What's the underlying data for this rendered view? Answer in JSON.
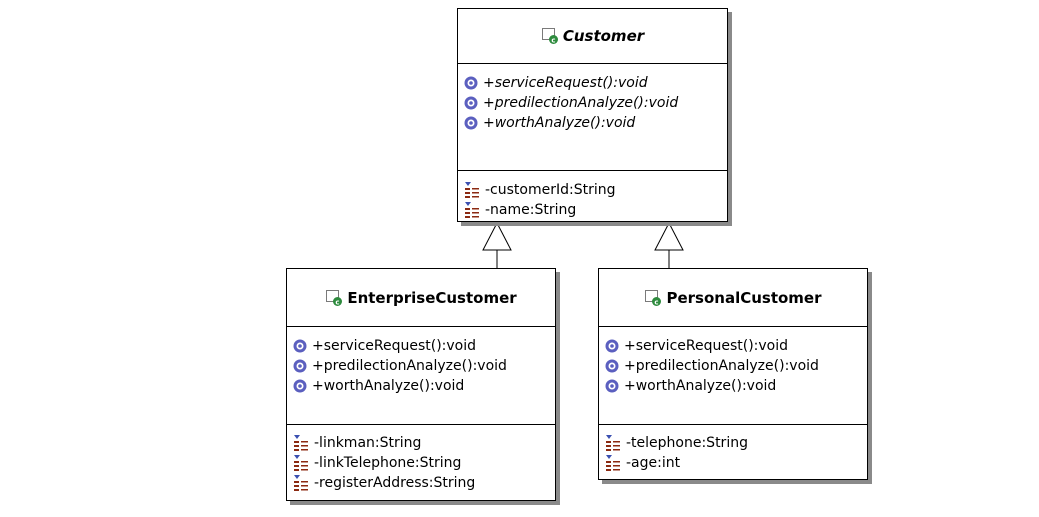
{
  "classes": {
    "customer": {
      "name": "Customer",
      "abstract": true,
      "class_icon": "class-icon",
      "operations": [
        "+serviceRequest():void",
        "+predilectionAnalyze():void",
        "+worthAnalyze():void"
      ],
      "attributes": [
        "-customerId:String",
        "-name:String"
      ]
    },
    "enterprise": {
      "name": "EnterpriseCustomer",
      "abstract": false,
      "class_icon": "class-icon",
      "operations": [
        "+serviceRequest():void",
        "+predilectionAnalyze():void",
        "+worthAnalyze():void"
      ],
      "attributes": [
        "-linkman:String",
        "-linkTelephone:String",
        "-registerAddress:String"
      ]
    },
    "personal": {
      "name": "PersonalCustomer",
      "abstract": false,
      "class_icon": "class-icon",
      "operations": [
        "+serviceRequest():void",
        "+predilectionAnalyze():void",
        "+worthAnalyze():void"
      ],
      "attributes": [
        "-telephone:String",
        "-age:int"
      ]
    }
  },
  "relations": [
    {
      "type": "generalization",
      "from": "EnterpriseCustomer",
      "to": "Customer"
    },
    {
      "type": "generalization",
      "from": "PersonalCustomer",
      "to": "Customer"
    }
  ],
  "colors": {
    "line": "#000000",
    "shadow": "#8a8a8a",
    "operation_icon": "#5b5fbf",
    "attribute_icon_blue": "#3a4fb0",
    "attribute_icon_brown": "#8b2a12",
    "class_icon_green": "#2e8b3e"
  },
  "icons": {
    "operation": "operation-icon",
    "attribute": "attribute-icon"
  }
}
